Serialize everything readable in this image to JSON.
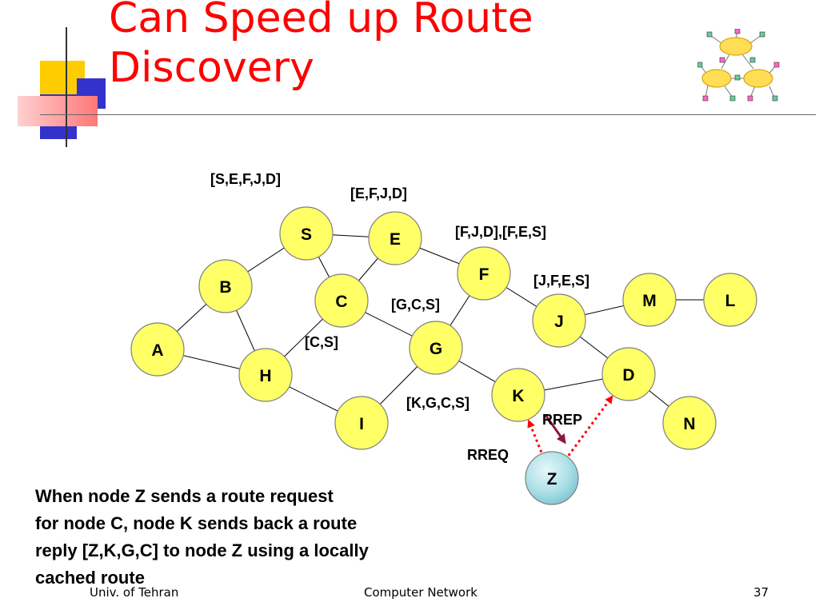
{
  "slide": {
    "title_lines": [
      "Can Speed up Route",
      "Discovery"
    ],
    "caption_lines": [
      "When node Z sends a route request",
      "for node C, node K sends back a route",
      "reply [Z,K,G,C] to node Z using a locally",
      "cached route"
    ]
  },
  "footer": {
    "left": "Univ. of Tehran",
    "center": "Computer Network",
    "right": "37"
  },
  "diagram": {
    "colors": {
      "title": "#ff0000",
      "node_fill": "#ffff66",
      "node_stroke": "#808080",
      "requester_fill": "#aee0e8",
      "rreq_arrow": "#ff0000",
      "rrep_arrow": "#8b1a3a",
      "accent_yellow": "#ffcc00",
      "accent_blue": "#3333cc",
      "accent_pink": "#ff9999"
    },
    "nodes": [
      {
        "id": "S",
        "label": "S"
      },
      {
        "id": "E",
        "label": "E"
      },
      {
        "id": "F",
        "label": "F"
      },
      {
        "id": "B",
        "label": "B"
      },
      {
        "id": "C",
        "label": "C"
      },
      {
        "id": "M",
        "label": "M"
      },
      {
        "id": "L",
        "label": "L"
      },
      {
        "id": "J",
        "label": "J"
      },
      {
        "id": "A",
        "label": "A"
      },
      {
        "id": "G",
        "label": "G"
      },
      {
        "id": "H",
        "label": "H"
      },
      {
        "id": "D",
        "label": "D"
      },
      {
        "id": "K",
        "label": "K"
      },
      {
        "id": "I",
        "label": "I"
      },
      {
        "id": "N",
        "label": "N"
      },
      {
        "id": "Z",
        "label": "Z",
        "requester": true
      }
    ],
    "edges": [
      [
        "S",
        "E"
      ],
      [
        "S",
        "B"
      ],
      [
        "S",
        "C"
      ],
      [
        "E",
        "C"
      ],
      [
        "E",
        "F"
      ],
      [
        "B",
        "A"
      ],
      [
        "B",
        "H"
      ],
      [
        "A",
        "H"
      ],
      [
        "C",
        "H"
      ],
      [
        "C",
        "G"
      ],
      [
        "F",
        "G"
      ],
      [
        "F",
        "J"
      ],
      [
        "J",
        "M"
      ],
      [
        "M",
        "L"
      ],
      [
        "J",
        "D"
      ],
      [
        "G",
        "I"
      ],
      [
        "G",
        "K"
      ],
      [
        "H",
        "I"
      ],
      [
        "K",
        "D"
      ],
      [
        "D",
        "N"
      ]
    ],
    "route_caches": [
      {
        "node": "S",
        "text": "[S,E,F,J,D]"
      },
      {
        "node": "E",
        "text": "[E,F,J,D]"
      },
      {
        "node": "F",
        "text": "[F,J,D],[F,E,S]"
      },
      {
        "node": "J",
        "text": "[J,F,E,S]"
      },
      {
        "node": "G",
        "text": "[G,C,S]"
      },
      {
        "node": "C",
        "text": "[C,S]"
      },
      {
        "node": "K",
        "text": "[K,G,C,S]"
      }
    ],
    "messages": {
      "rreq": "RREQ",
      "rrep": "RREP"
    }
  }
}
